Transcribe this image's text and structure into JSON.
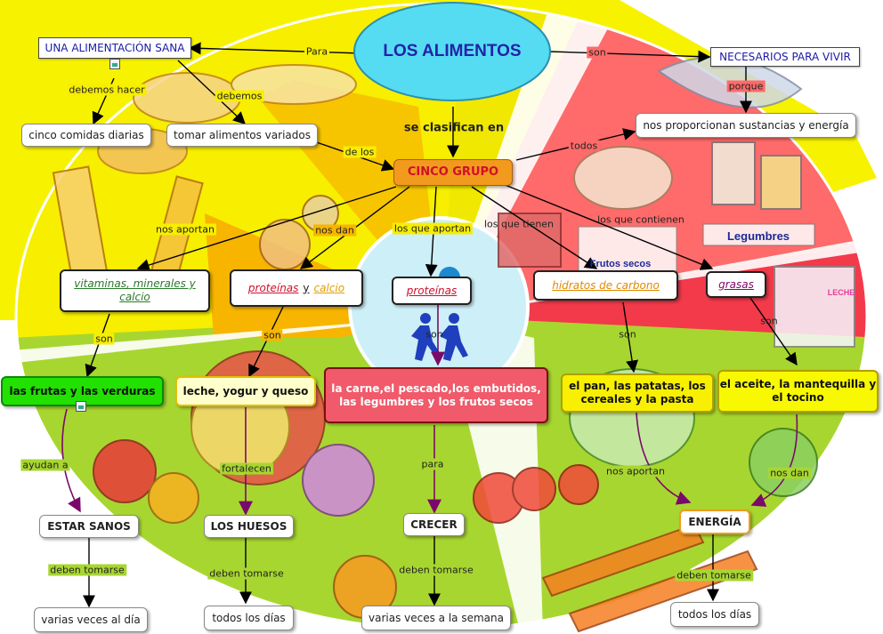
{
  "title": "LOS ALIMENTOS",
  "nodes": {
    "alimentacion_sana": "UNA ALIMENTACIÓN SANA",
    "necesarios": "NECESARIOS PARA VIVIR",
    "cinco_comidas": "cinco comidas diarias",
    "alimentos_variados": "tomar alimentos variados",
    "sustancias": "nos proporcionan sustancias y energía",
    "cinco_grupo": "CINCO GRUPO",
    "vitaminas": "vitaminas, minerales y calcio",
    "proteinas": "proteínas",
    "y": "y",
    "calcio": "calcio",
    "proteinas2": "proteínas",
    "hidratos": "hidratos de carbono",
    "grasas": "grasas",
    "frutas": "las frutas y las verduras",
    "leche": "leche, yogur y queso",
    "carne": "la carne,el pescado,los embutidos, las legumbres y los frutos secos",
    "pan": "el pan, las patatas, los cereales y la pasta",
    "aceite": "el aceite, la mantequilla y el tocino",
    "estar_sanos": "ESTAR SANOS",
    "huesos": "LOS HUESOS",
    "crecer": "CRECER",
    "energia": "ENERGÍA",
    "varias_dia": "varias veces al día",
    "todos_dias_1": "todos los días",
    "varias_semana": "varias veces a la semana",
    "todos_dias_2": "todos los días"
  },
  "links": {
    "para": "Para",
    "son_top": "son",
    "debemos_hacer": "debemos hacer",
    "debemos": "debemos",
    "porque": "porque",
    "se_clasifican": "se clasifican en",
    "de_los": "de los",
    "todos": "todos",
    "nos_aportan": "nos aportan",
    "nos_dan": "nos dan",
    "los_que_aportan": "los que aportan",
    "los_que_tienen": "los que tienen",
    "los_que_contienen": "los que contienen",
    "son_1": "son",
    "son_2": "son",
    "son_3": "son",
    "son_4": "son",
    "son_5": "son",
    "ayudan_a": "ayudan a",
    "fortalecen": "fortalecen",
    "para2": "para",
    "nos_aportan_2": "nos aportan",
    "nos_dan_2": "nos dan",
    "deben_1": "deben tomarse",
    "deben_2": "deben tomarse",
    "deben_3": "deben tomarse",
    "deben_4": "deben tomarse"
  },
  "illustration": {
    "legumbres": "Legumbres",
    "frutos_secos": "Frutos secos",
    "leche_label": "LECHE"
  },
  "colors": {
    "yellow": "#f7f200",
    "orange": "#f7b500",
    "red": "#e8283f",
    "green": "#a8d630",
    "center": "#cdeff7",
    "title_oval": "#55dcf2",
    "title_text": "#2222aa",
    "cinco_fill": "#f29a1e",
    "cinco_text": "#d0102a"
  }
}
